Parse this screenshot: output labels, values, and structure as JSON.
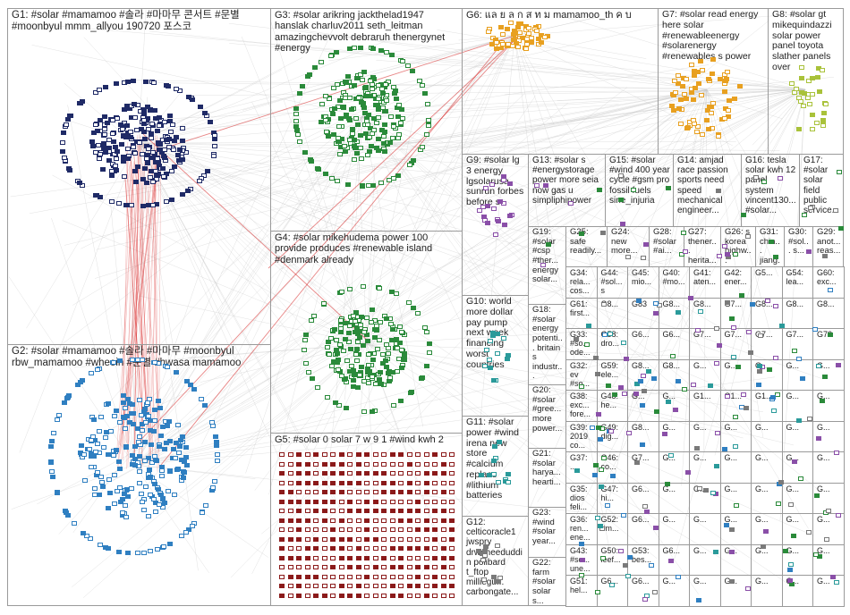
{
  "window": {
    "title": "#solar NodeXL network graph"
  },
  "colors": {
    "edge": "#c8c8c8",
    "edge_highlight": "#d62020",
    "group_border": "#9a9a9a",
    "label_text": "#222222",
    "node_navy": "#1f2a66",
    "node_blue": "#2f7fc1",
    "node_green": "#2a8a3a",
    "node_darkred": "#8b1a1a",
    "node_orange": "#e8a020",
    "node_yellowgreen": "#a9c23a",
    "node_purple": "#8a4fa8",
    "node_teal": "#2a9a9a",
    "node_gray": "#7a7a7a"
  },
  "groups": [
    {
      "id": "G1",
      "label": "G1: #solar #mamamoo #솔라 #마마무 콘서트 #문별 #moonbyul mmm_allyou 190720 포스코"
    },
    {
      "id": "G2",
      "label": "G2: #solar #mamamoo #솔라 #마마무 #moonbyul rbw_mamamoo #wheein #문별 #hwasa mamamoo"
    },
    {
      "id": "G3",
      "label": "G3: #solar arikring jackthelad1947 hanslak charluv2011 seth_leitman amazingchevvolt debraruh thenergynet #energy"
    },
    {
      "id": "G4",
      "label": "G4: #solar mikehudema power 100 provide produces #renewable island #denmark already"
    },
    {
      "id": "G5",
      "label": "G5: #solar 0 solar 7 w 9 1 #wind kwh 2"
    },
    {
      "id": "G6",
      "label": "G6: แล ย ล ก ส ท ม mamamoo_th ค บ"
    },
    {
      "id": "G7",
      "label": "G7: #solar read energy here solar #renewableenergy #solarenergy #renewables s power"
    },
    {
      "id": "G8",
      "label": "G8: #solar gt mikequindazzi solar power panel toyota slather panels over"
    },
    {
      "id": "G9",
      "label": "G9: #solar lg 3 energy lgsolarusa sunrun forbes before s"
    },
    {
      "id": "G13",
      "label": "G13: #solar s #energystorage power more seia now gas u simpliphipower"
    },
    {
      "id": "G15",
      "label": "G15: #solar #wind 400 year cycle #gsm pro fossil fuels sine_injuria"
    },
    {
      "id": "G14",
      "label": "G14: amjad race passion sports need speed mechanical engineer..."
    },
    {
      "id": "G16",
      "label": "G16: tesla solar kwh 12 panel system vincent130... #solar..."
    },
    {
      "id": "G17",
      "label": "G17: #solar solar field public service..."
    },
    {
      "id": "G19",
      "label": "G19: #solar #csp #ther... energy solar..."
    },
    {
      "id": "G25",
      "label": "G25: safe readily..."
    },
    {
      "id": "G24",
      "label": "G24: new more..."
    },
    {
      "id": "G28",
      "label": "G28: #solar #ai..."
    },
    {
      "id": "G27",
      "label": "G27: thener... herita..."
    },
    {
      "id": "G26",
      "label": "G26: s korea highw..."
    },
    {
      "id": "G31",
      "label": "G31: chin... jiang..."
    },
    {
      "id": "G30",
      "label": "G30: #sol... s..."
    },
    {
      "id": "G29",
      "label": "G29: anot... reas..."
    },
    {
      "id": "G10",
      "label": "G10: world more dollar pay pump next week financing worst countries"
    },
    {
      "id": "G18",
      "label": "G18: #solar energy potenti... britain s industr..."
    },
    {
      "id": "G20",
      "label": "G20: #solar #gree... more power..."
    },
    {
      "id": "G11",
      "label": "G11: #solar power #wind irena new store #calcium replace #lithium batteries"
    },
    {
      "id": "G21",
      "label": "G21: #solar harya... hearti..."
    },
    {
      "id": "G12",
      "label": "G12: celticoracle1 jwspry drwaheeduddin polibard t_ftop milliegu... carbongate..."
    },
    {
      "id": "G23",
      "label": "G23: #wind #solar year..."
    },
    {
      "id": "G22",
      "label": "G22: farm #solar solar s..."
    }
  ],
  "small_groups": [
    "G34: rela... cos...",
    "G44: #sol... s",
    "G45: mio...",
    "G40: #mo...",
    "G41: aten...",
    "G42: ener...",
    "G5...",
    "G54: lea...",
    "G60: exc...",
    "G61: first...",
    "G8...",
    "G83",
    "G8...",
    "G8...",
    "G7...",
    "G8...",
    "G8...",
    "G8...",
    "G33: #so... ode...",
    "G58: dro...",
    "G6...",
    "G6...",
    "G7...",
    "G7...",
    "G7...",
    "G7...",
    "G72",
    "G32: ev #so...",
    "G59: ele...",
    "G8...",
    "G8...",
    "G...",
    "G...",
    "G...",
    "G...",
    "G...",
    "G38: exc... fore...",
    "G48: he...",
    "G...",
    "G...",
    "G1...",
    "G1...",
    "G1...",
    "G...",
    "G...",
    "G39: 2019 co...",
    "G49: dig...",
    "G8...",
    "G...",
    "G...",
    "G...",
    "G...",
    "G...",
    "G...",
    "G37: ...",
    "G46: co...",
    "G7...",
    "G...",
    "G...",
    "G...",
    "G...",
    "G...",
    "G...",
    "G35: dios feli...",
    "G47: hi...",
    "G6...",
    "G...",
    "G...",
    "G...",
    "G...",
    "G...",
    "G...",
    "G36: ren... ene...",
    "G52: #m...",
    "G6...",
    "G...",
    "G...",
    "G...",
    "G...",
    "G...",
    "G...",
    "G43: #so... une...",
    "G50: ieef...",
    "G53: bes...",
    "G6...",
    "G...",
    "G...",
    "G...",
    "G...",
    "G...",
    "G51: hel...",
    "G6...",
    "G6...",
    "G...",
    "G...",
    "G...",
    "G...",
    "G...",
    "G..."
  ]
}
